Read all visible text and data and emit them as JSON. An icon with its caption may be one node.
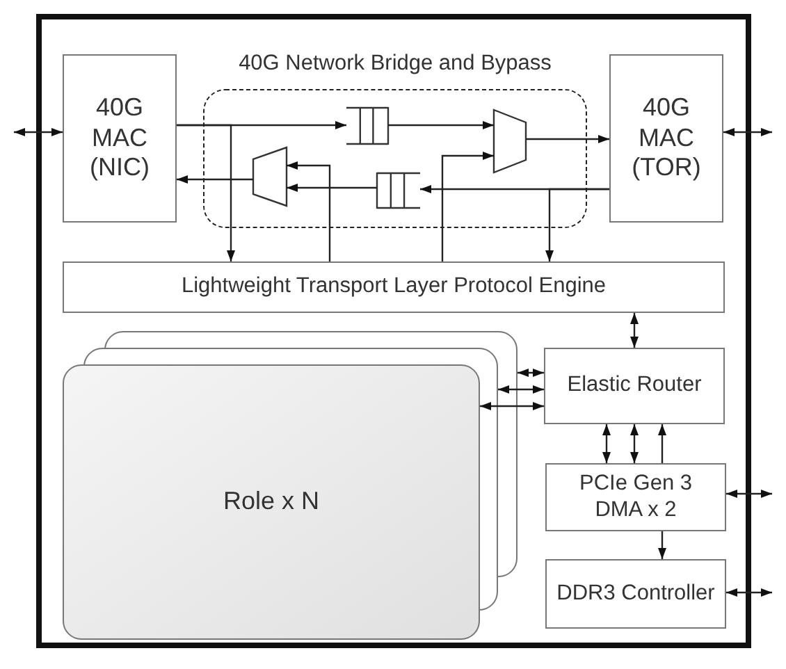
{
  "diagram": {
    "nodes": [
      {
        "text": [],
        "shape": "box"
      },
      {
        "text": [
          "40G MAC (NIC)"
        ],
        "in": 0
      },
      {
        "text": [
          "40G MAC (TOR)"
        ],
        "in": 0
      },
      {
        "text": [
          "40G Network Bridge and Bypass"
        ],
        "in": 0
      },
      {
        "text": [],
        "shape": "box",
        "in": 3
      },
      {
        "text": [],
        "shape": "trapezoid",
        "in": 3
      },
      {
        "text": [],
        "shape": "trapezoid",
        "in": 3
      },
      {
        "text": [],
        "shape": "box",
        "in": 3
      },
      {
        "text": [
          "Lightweight Transport Layer Protocol Engine"
        ],
        "in": 0
      },
      {
        "text": [
          "Elastic Router"
        ],
        "in": 0
      },
      {
        "text": [
          "PCIe Gen 3 DMA x 2"
        ],
        "in": 0
      },
      {
        "text": [
          "DDR3 Controller"
        ],
        "in": 0
      },
      {
        "text": [
          "Role x N"
        ],
        "in": 0
      }
    ],
    "edges": [
      {
        "from": null,
        "to": 1,
        "arrow": "both"
      },
      {
        "from": 2,
        "to": null,
        "arrow": "both"
      },
      {
        "from": 1,
        "to": 4,
        "arrow": "to"
      },
      {
        "from": 1,
        "to": 8,
        "arrow": "to"
      },
      {
        "from": 4,
        "to": 5,
        "arrow": "to"
      },
      {
        "from": 5,
        "to": 2,
        "arrow": "to"
      },
      {
        "from": 2,
        "to": 7,
        "arrow": "to"
      },
      {
        "from": 2,
        "to": 8,
        "arrow": "to"
      },
      {
        "from": 7,
        "to": 6,
        "arrow": "to"
      },
      {
        "from": 6,
        "to": 1,
        "arrow": "to"
      },
      {
        "from": 8,
        "to": 6,
        "arrow": "to"
      },
      {
        "from": 8,
        "to": 5,
        "arrow": "to"
      },
      {
        "from": 8,
        "to": 9,
        "arrow": "both"
      },
      {
        "from": 12,
        "to": 9,
        "arrow": "both"
      },
      {
        "from": 12,
        "to": 9,
        "arrow": "both"
      },
      {
        "from": 12,
        "to": 9,
        "arrow": "both"
      },
      {
        "from": 9,
        "to": 10,
        "arrow": "both"
      },
      {
        "from": 9,
        "to": 10,
        "arrow": "both"
      },
      {
        "from": 10,
        "to": 9,
        "arrow": "to"
      },
      {
        "from": 10,
        "to": 11,
        "arrow": "to"
      },
      {
        "from": 10,
        "to": null,
        "arrow": "both"
      },
      {
        "from": 11,
        "to": null,
        "arrow": "both"
      }
    ]
  }
}
